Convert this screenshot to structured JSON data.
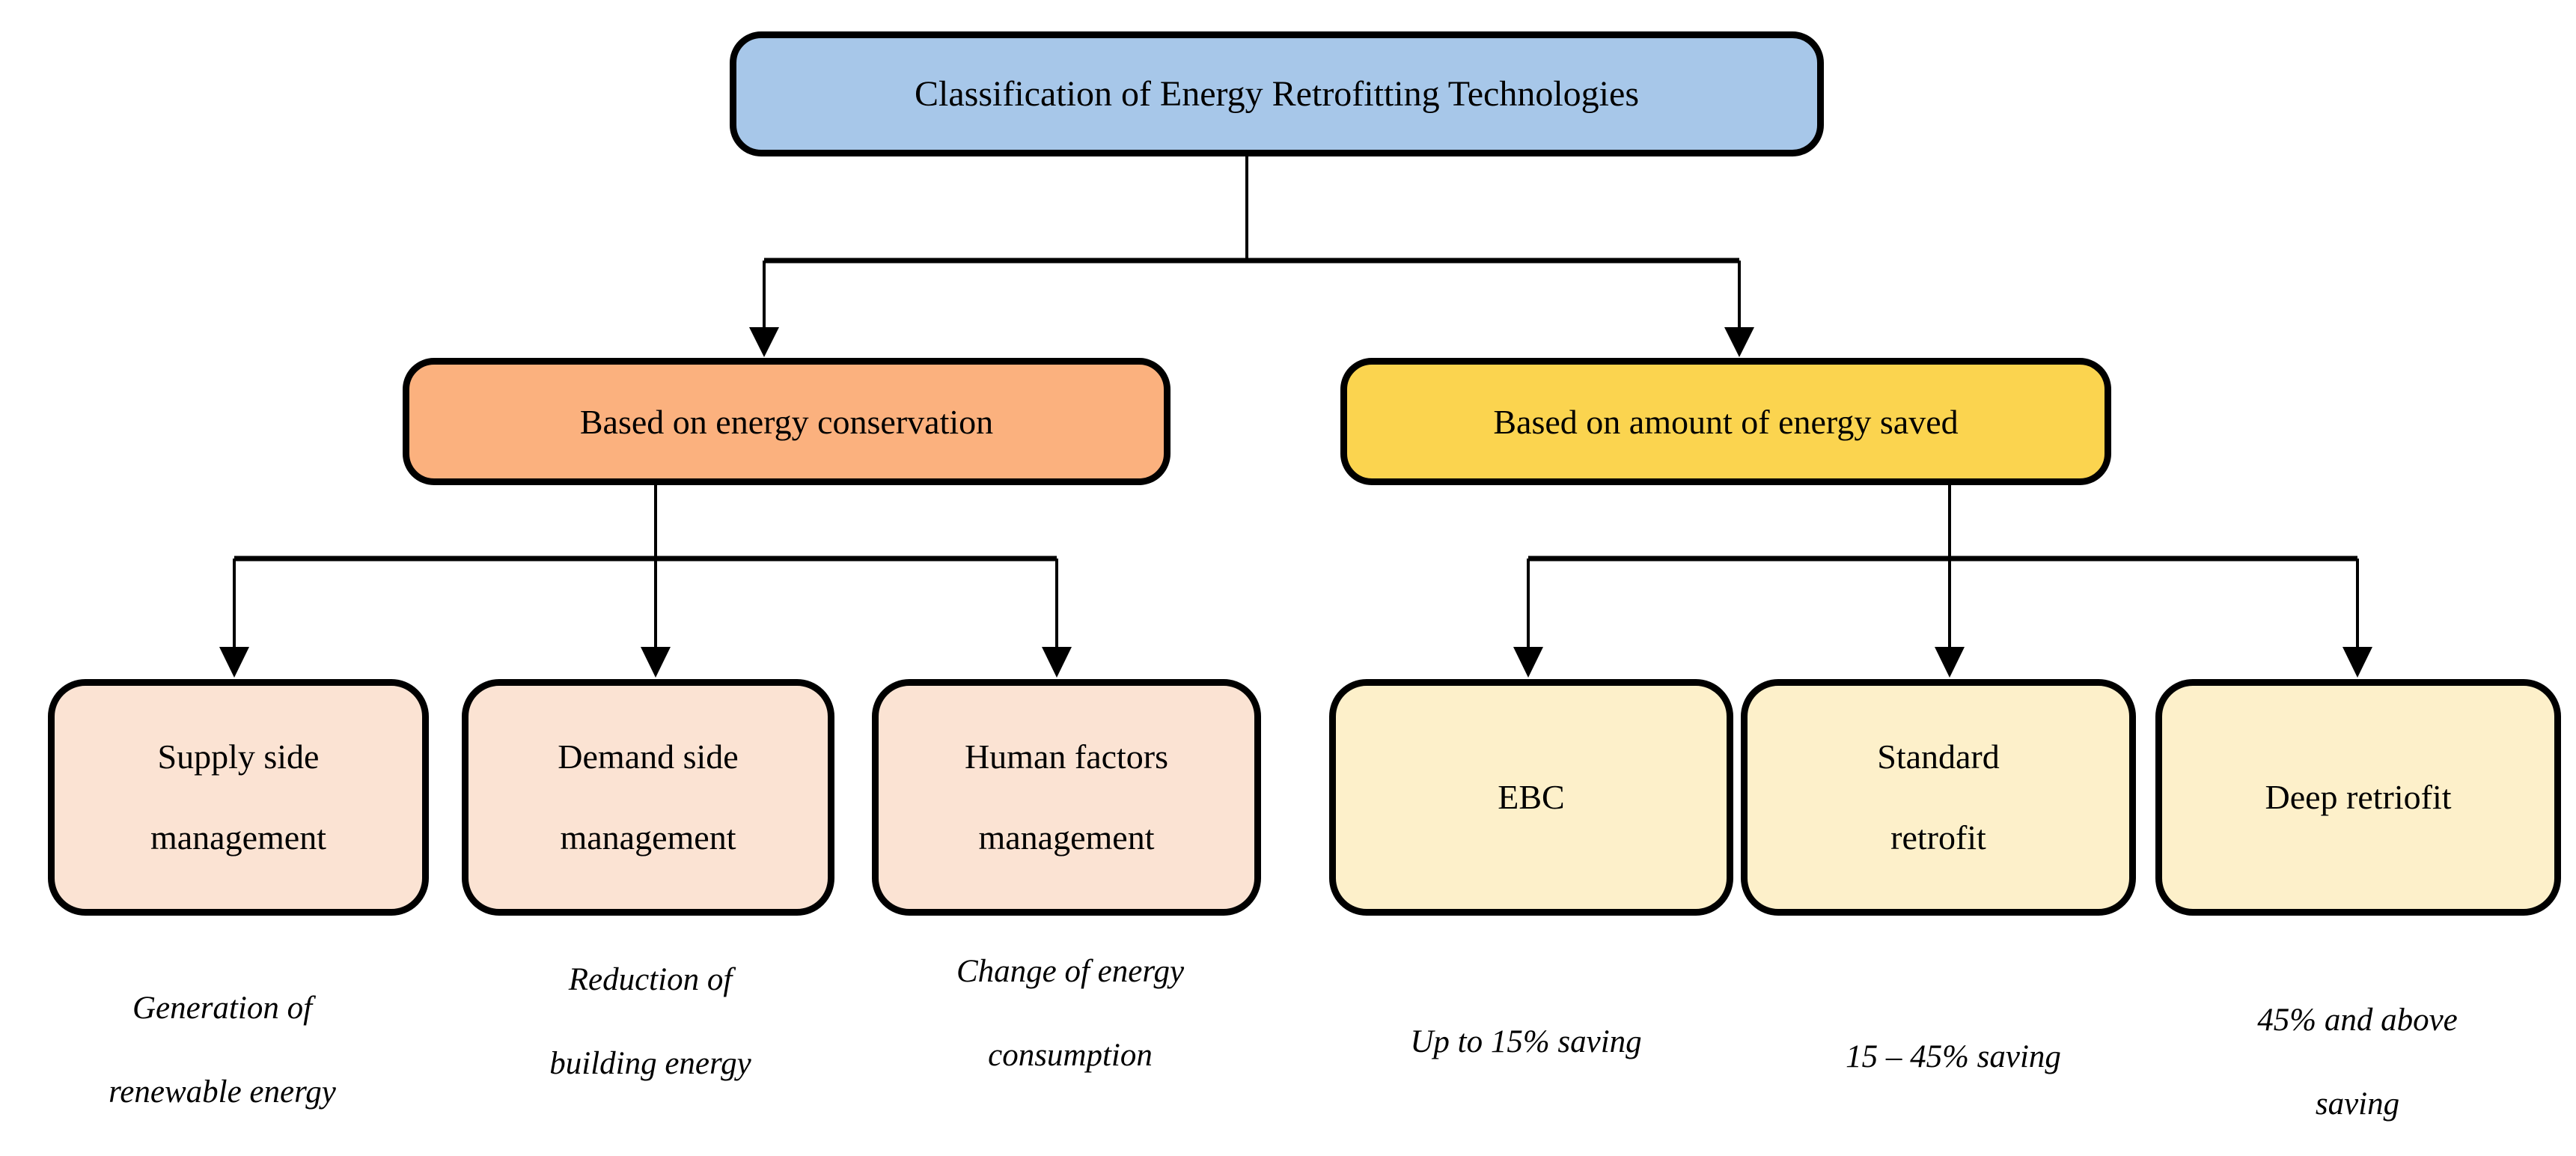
{
  "diagram": {
    "title": "Classification of Energy Retrofitting Technologies",
    "branches": [
      {
        "label": "Based on energy conservation",
        "children": [
          {
            "label": "Supply side\nmanagement",
            "caption": "Generation of\nrenewable energy"
          },
          {
            "label": "Demand side\nmanagement",
            "caption": "Reduction of\nbuilding energy"
          },
          {
            "label": "Human factors\nmanagement",
            "caption": "Change of energy\nconsumption"
          }
        ]
      },
      {
        "label": "Based on amount of energy saved",
        "children": [
          {
            "label": "EBC",
            "caption": "Up to 15% saving"
          },
          {
            "label": "Standard\nretrofit",
            "caption": "15 – 45% saving"
          },
          {
            "label": "Deep retriofit",
            "caption": "45% and above\nsaving"
          }
        ]
      }
    ]
  },
  "colors": {
    "root_fill": "#A7C7E9",
    "branch_conservation_fill": "#FBB17E",
    "branch_energy_saved_fill": "#FBD44F",
    "conservation_child_fill": "#FBE3D3",
    "energy_saved_child_fill": "#FDF0CA",
    "outline": "#000000"
  }
}
